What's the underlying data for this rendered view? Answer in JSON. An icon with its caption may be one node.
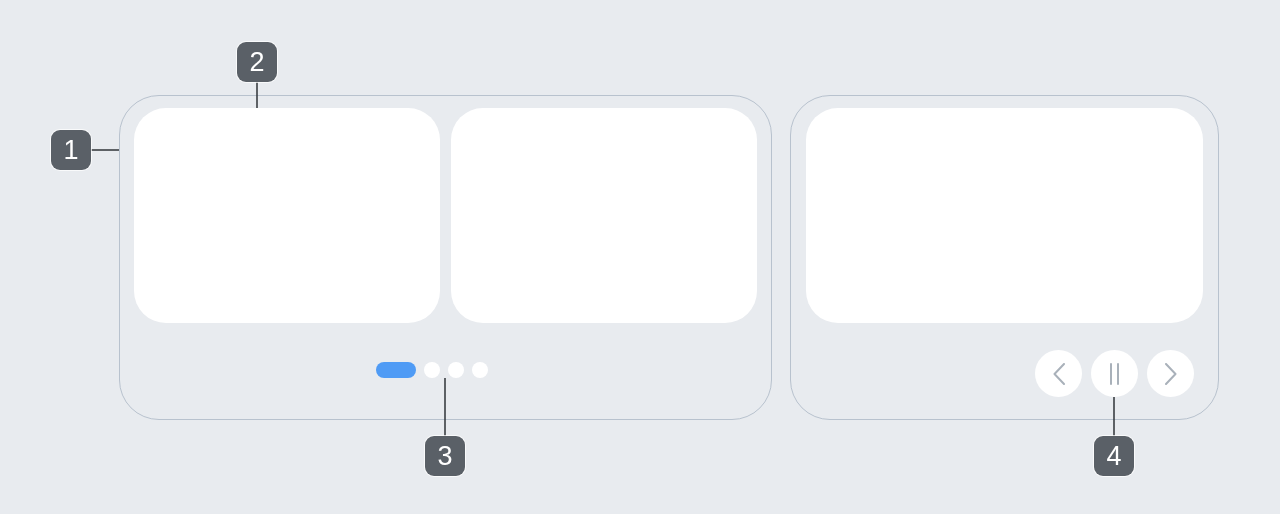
{
  "diagram": {
    "nodes": [
      {
        "text": [
          "1"
        ]
      },
      {
        "text": [
          "2"
        ]
      },
      {
        "text": [],
        "shape": "box"
      },
      {
        "text": [],
        "shape": "box",
        "in": 2
      },
      {
        "text": [],
        "shape": "box",
        "in": 2
      },
      {
        "text": [],
        "shape": "dots",
        "in": 2
      },
      {
        "text": [],
        "shape": "box"
      },
      {
        "text": [],
        "shape": "box",
        "in": 6
      },
      {
        "text": [],
        "shape": "circle",
        "in": 6
      },
      {
        "text": [],
        "shape": "circle",
        "in": 6
      },
      {
        "text": [],
        "shape": "circle",
        "in": 6
      },
      {
        "text": [
          "3"
        ]
      },
      {
        "text": [
          "4"
        ]
      }
    ],
    "edges": [
      {
        "from": 0,
        "to": 2,
        "arrow": "none"
      },
      {
        "from": 1,
        "to": 3,
        "arrow": "none"
      },
      {
        "from": 11,
        "to": 5,
        "arrow": "none"
      },
      {
        "from": 12,
        "to": 9,
        "arrow": "none"
      }
    ]
  }
}
